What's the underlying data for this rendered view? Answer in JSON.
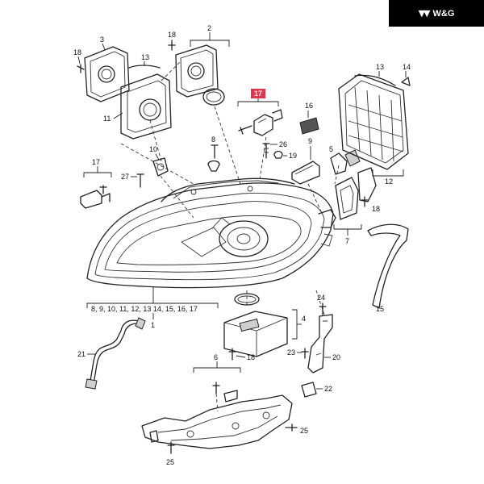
{
  "brand": {
    "logo_mark": "▼▼",
    "logo_text": "W&G"
  },
  "diagram": {
    "highlight_color": "#e5334b",
    "callouts": {
      "p1": "1",
      "p1_group": "8, 9, 10, 11, 12, 13    14, 15, 16, 17",
      "p2": "2",
      "p3": "3",
      "p4": "4",
      "p5": "5",
      "p6": "6",
      "p7": "7",
      "p8": "8",
      "p9": "9",
      "p10": "10",
      "p11": "11",
      "p12": "12",
      "p13a": "13",
      "p13b": "13",
      "p14": "14",
      "p15": "15",
      "p16": "16",
      "p17_highlighted": "17",
      "p17b": "17",
      "p18a": "18",
      "p18b": "18",
      "p18c": "18",
      "p18d": "18",
      "p19": "19",
      "p20": "20",
      "p21": "21",
      "p22": "22",
      "p23": "23",
      "p24": "24",
      "p25a": "25",
      "p25b": "25",
      "p26": "26",
      "p27": "27"
    }
  }
}
